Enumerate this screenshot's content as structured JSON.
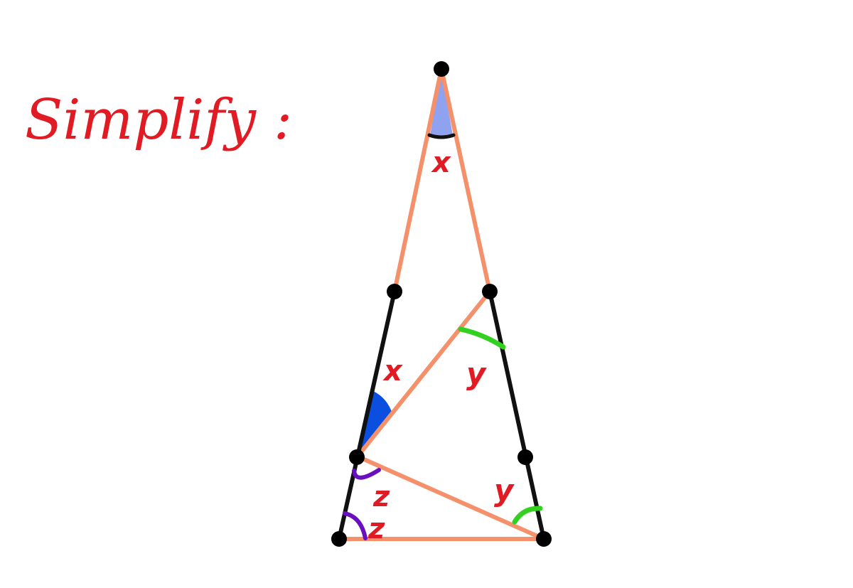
{
  "title": "Simplify :",
  "angle_labels": {
    "apex": "x",
    "left_middle": "x",
    "right_upper": "y",
    "right_lower": "y",
    "left_lower_upper": "z",
    "left_lower_bottom": "z"
  },
  "colors": {
    "ink_red": "#e01b24",
    "segment_salmon": "#f4906a",
    "side_black": "#111111",
    "vertex_black": "#000000",
    "apex_fill": "#8fa2f0",
    "blue_fill": "#0a4fe0",
    "green_arc": "#33d11f",
    "purple_arc": "#6a0fbf"
  }
}
